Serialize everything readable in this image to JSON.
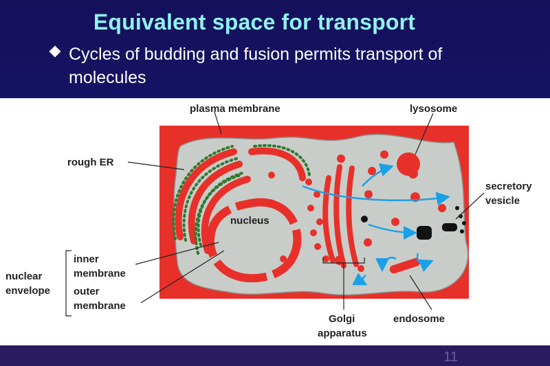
{
  "slide": {
    "title": "Equivalent space for transport",
    "bullet": "Cycles of budding and fusion permits transport of molecules",
    "page_number": "11"
  },
  "diagram": {
    "labels": {
      "plasma_membrane": "plasma membrane",
      "lysosome": "lysosome",
      "rough_er": "rough ER",
      "secretory_1": "secretory",
      "secretory_2": "vesicle",
      "nucleus": "nucleus",
      "inner_1": "inner",
      "inner_2": "membrane",
      "outer_1": "outer",
      "outer_2": "membrane",
      "nuclear_1": "nuclear",
      "nuclear_2": "envelope",
      "golgi_1": "Golgi",
      "golgi_2": "apparatus",
      "endosome": "endosome"
    },
    "colors": {
      "cell_red": "#e8302a",
      "cytoplasm": "#c9cdc9",
      "organelle": "#e8302a",
      "ribosome": "#2f7a2f",
      "arrow": "#1aa0e8"
    }
  }
}
